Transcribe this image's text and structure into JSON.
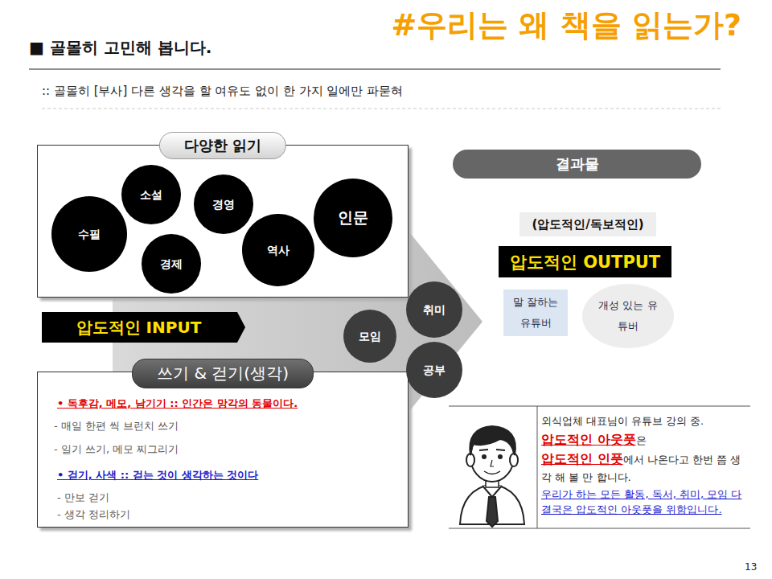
{
  "diagram": {
    "title": "#우리는 왜 책을 읽는가?",
    "nodes": [
      {
        "text": [
          "다양한 읽기"
        ]
      },
      {
        "text": [
          "소설"
        ],
        "in": 0
      },
      {
        "text": [
          "경영"
        ],
        "in": 0
      },
      {
        "text": [
          "인문"
        ],
        "in": 0
      },
      {
        "text": [
          "수필"
        ],
        "in": 0
      },
      {
        "text": [
          "역사"
        ],
        "in": 0
      },
      {
        "text": [
          "경제"
        ],
        "in": 0
      },
      {
        "text": [
          "압도적인 INPUT"
        ]
      },
      {
        "text": [
          "쓰기 & 걷기(생각)",
          "• 독후감, 메모, 남기기 :: 인간은 망각의 동물이다.",
          "- 매일 한편 씩 브런치 쓰기",
          "- 일기 쓰기, 메모 찌그리기",
          "• 걷기, 사색 :: 걷는 것이 생각하는 것이다",
          "- 만보 걷기",
          "- 생각 정리하기"
        ]
      },
      {
        "text": [
          "모임"
        ]
      },
      {
        "text": [
          "취미"
        ]
      },
      {
        "text": [
          "공부"
        ]
      },
      {
        "text": [
          "결과물"
        ]
      },
      {
        "text": [
          "(압도적인/독보적인)"
        ]
      },
      {
        "text": [
          "압도적인 OUTPUT"
        ]
      },
      {
        "text": [
          "말 잘하는 유튜버"
        ]
      },
      {
        "text": [
          "개성 있는 유튜버"
        ]
      },
      {
        "text": [
          "외식업체 대표님이 유튜브 강의 중.",
          "압도적인 아웃풋",
          "은",
          "압도적인 인풋",
          "에서 나온다고 한번 쯤 생각 해 볼 만 합니다.",
          "우리가 하는 모든 활동, 독서, 취미, 모임 다 결국은 압도적인 아웃풋을 위함입니다."
        ]
      }
    ],
    "labels": [
      "■ 골몰히 고민해 봅니다.",
      ":: 골몰히 [부사] 다른 생각을 할 여유도 없이 한 가지 일에만 파묻혀",
      "13"
    ]
  }
}
